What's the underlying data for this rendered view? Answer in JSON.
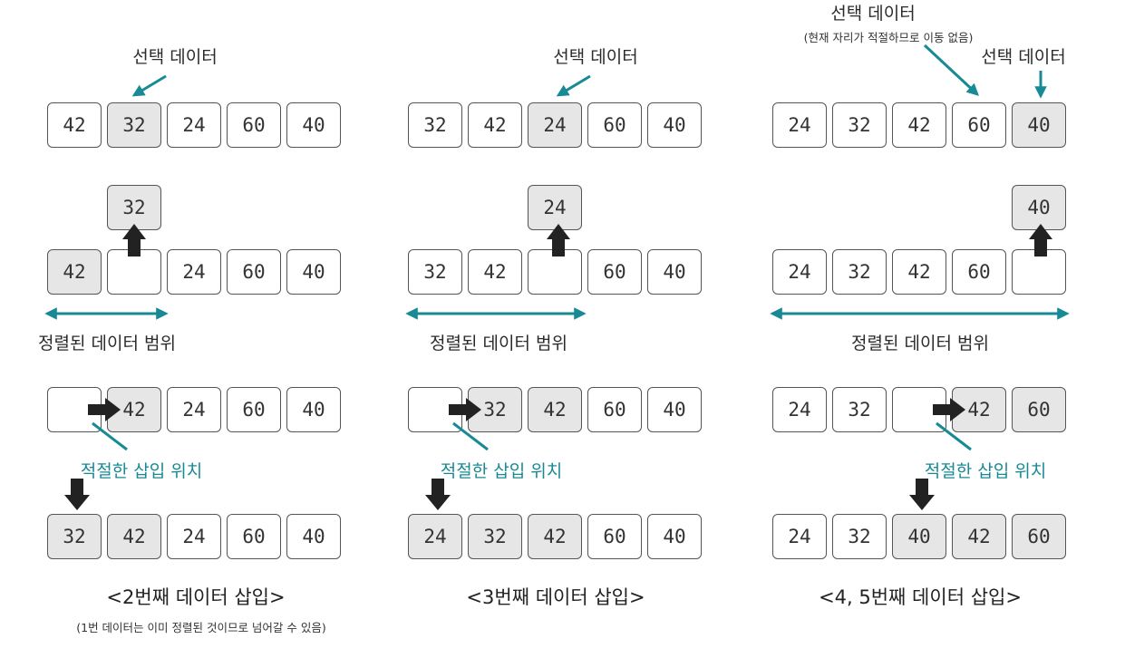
{
  "colors": {
    "accent": "#188a95",
    "selected_fill": "#e6e6e6",
    "border": "#555555",
    "arrow": "#222222"
  },
  "labels": {
    "selected": "선택 데이터",
    "sorted_range": "정렬된 데이터 범위",
    "insert_position": "적절한 삽입 위치",
    "panel3_note": "(현재 자리가 적절하므로 이동 없음)"
  },
  "panels": [
    {
      "caption": "<2번째 데이터 삽입>",
      "note": "(1번 데이터는 이미 정렬된 것이므로 넘어갈 수 있음)",
      "rows": [
        [
          "42",
          "32",
          "24",
          "60",
          "40"
        ],
        [
          "42",
          "",
          "24",
          "60",
          "40"
        ],
        [
          "",
          "42",
          "24",
          "60",
          "40"
        ],
        [
          "32",
          "42",
          "24",
          "60",
          "40"
        ]
      ],
      "picked": "32"
    },
    {
      "caption": "<3번째 데이터 삽입>",
      "rows": [
        [
          "32",
          "42",
          "24",
          "60",
          "40"
        ],
        [
          "32",
          "42",
          "",
          "60",
          "40"
        ],
        [
          "",
          "32",
          "42",
          "60",
          "40"
        ],
        [
          "24",
          "32",
          "42",
          "60",
          "40"
        ]
      ],
      "picked": "24"
    },
    {
      "caption": "<4, 5번째 데이터 삽입>",
      "rows": [
        [
          "24",
          "32",
          "42",
          "60",
          "40"
        ],
        [
          "24",
          "32",
          "42",
          "60",
          ""
        ],
        [
          "24",
          "32",
          "",
          "42",
          "60"
        ],
        [
          "24",
          "32",
          "40",
          "42",
          "60"
        ]
      ],
      "picked": "40"
    }
  ]
}
